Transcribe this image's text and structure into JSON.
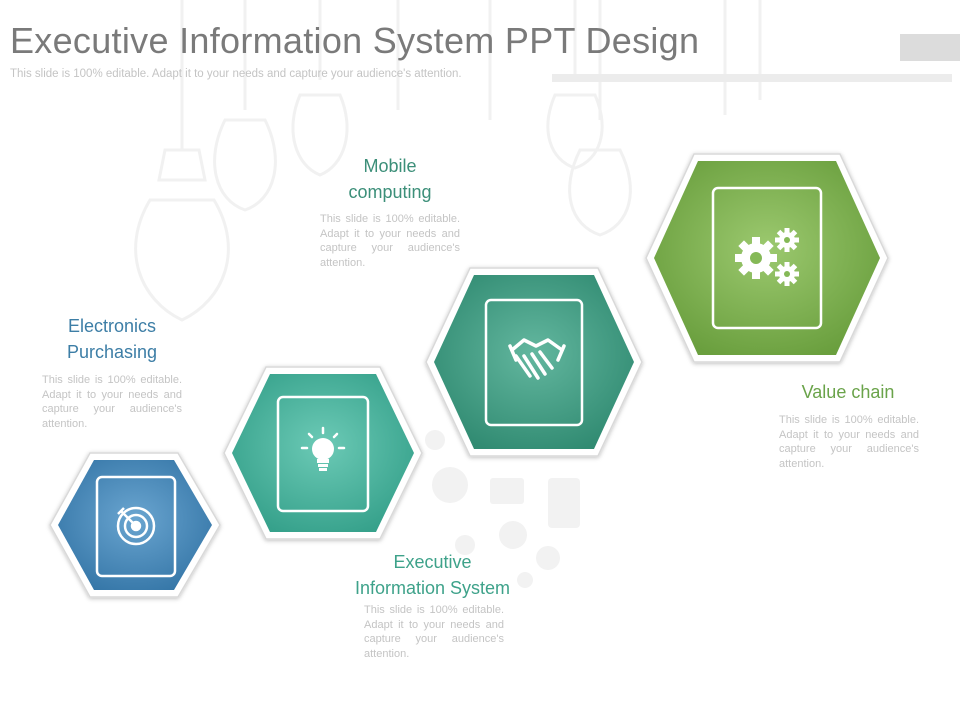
{
  "slide": {
    "title": "Executive Information System PPT Design",
    "subtitle": "This slide is 100% editable. Adapt it to your needs and capture your audience's attention."
  },
  "colors": {
    "title": "#7a7a7a",
    "muted_text": "#c4c4c4",
    "blue": "#3f83b5",
    "teal_light": "#3eae98",
    "teal_dark": "#3a9a80",
    "green": "#78b04b"
  },
  "steps": [
    {
      "label": "Electronics\nPurchasing",
      "description": "This slide is 100% editable. Adapt it to your needs and capture your audience's attention.",
      "icon": "target-icon",
      "color": "#3f83b5",
      "label_color": "#3d7ea6"
    },
    {
      "label": "Executive\nInformation System",
      "description": "This slide is 100% editable. Adapt it to your needs and capture your audience's attention.",
      "icon": "lightbulb-icon",
      "color": "#3eae98",
      "label_color": "#3ea28a"
    },
    {
      "label": "Mobile\ncomputing",
      "description": "This slide is 100% editable. Adapt it to your needs and capture your audience's attention.",
      "icon": "handshake-icon",
      "color": "#3a9a80",
      "label_color": "#3c8f79"
    },
    {
      "label": "Value chain",
      "description": "This slide is 100% editable. Adapt it to your needs and capture your audience's attention.",
      "icon": "gears-icon",
      "color": "#78b04b",
      "label_color": "#6aa34a"
    }
  ]
}
